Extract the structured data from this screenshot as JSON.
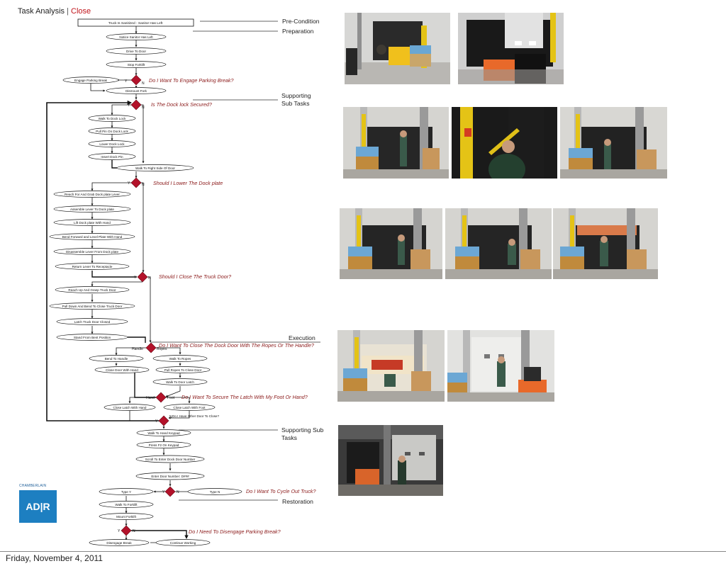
{
  "header": {
    "title": "Task Analysis",
    "separator": "|",
    "subtitle": "Close"
  },
  "footer": {
    "date": "Friday, November 4, 2011"
  },
  "logo": {
    "brand": "CHAMBERLAIN",
    "mark": "AD|R"
  },
  "phases": {
    "precondition": "Pre-Condition",
    "preparation": "Preparation",
    "supporting1": [
      "Supporting",
      "Sub Tasks"
    ],
    "execution": "Execution",
    "supporting2": [
      "Supporting Sub",
      "Tasks"
    ],
    "restoration": "Restoration"
  },
  "start": "Truck Is Sanitized - Sanitor Has Left",
  "steps": {
    "s1": "Notice Sanitor Has Left",
    "s2": "Drive To Door",
    "s3": "Stop Forklift",
    "s4": "Engage Parking Break",
    "s5": "Dismount Fork",
    "l1": "Walk To Dock Lock",
    "l2": "Pull Pin On Dock Lock",
    "l3": "Lower Dock Lock",
    "l4": "Insert Dock Pin",
    "w1": "Walk To Right Side Of Door",
    "p1": "Reach For And Grab Dock plate Lever",
    "p2": "Assemble Lever To Dock plate",
    "p3": "Lift Dock plate With Hand",
    "p4": "Bend Forward and Level Plate With Hand",
    "p5": "Disassemble Lever From Dock plate",
    "p6": "Return Lever To Receptacle",
    "t1": "Reach Up And Grasp Truck Door",
    "t2": "Pull Down And Bend To Close Truck Door",
    "t3": "Latch Truck Door Closed",
    "t4": "Stand From Bent Position",
    "h1": "Bend To Handle",
    "h2": "Close Door With Hand",
    "r1": "Walk To Ropes",
    "r2": "Pull Ropes To Close Door",
    "r3": "Walk To Door Latch",
    "c1": "Close Latch With Hand",
    "c2": "Close Latch With Foot",
    "k1": "Walk To Hand Keypad",
    "k2": "Press F2 On Keypad",
    "k3": "Scroll To Enter Dock Door Number",
    "k4": "Enter Door Number: D###",
    "ty": "Type Y",
    "tn": "Type N",
    "f1": "Walk To Forklift",
    "f2": "Mount Forklift",
    "e1": "Disengage Break",
    "e2": "Continue Working"
  },
  "questions": {
    "q1": "Do I Want To Engage Parking Break?",
    "q2": "Is The Dock lock Secured?",
    "q3": "Should I Lower The Dock plate",
    "q4": "Should I Close The Truck Door?",
    "q5": "Do I Want To Close The Dock Door With The Ropes Or The Handle?",
    "q6": "Do I Want To Secure The Latch With My Foot Or Hand?",
    "q7": "Do I Have Other Door To Close?",
    "q8": "Do I Want To Cycle Out Truck?",
    "q9": "Do I Need To Disengage Parking Break?"
  },
  "branch": {
    "y": "Y",
    "n": "N",
    "handle": "Handle",
    "ropes": "Ropes",
    "hand": "Hand",
    "foot": "Foot"
  },
  "photos": [
    {
      "row": 1,
      "scene": "forklift-at-dock"
    },
    {
      "row": 1,
      "scene": "forklift-dark-dock"
    },
    {
      "row": 2,
      "scene": "worker-at-dock-lock"
    },
    {
      "row": 2,
      "scene": "worker-closeup-dark"
    },
    {
      "row": 2,
      "scene": "worker-walking"
    },
    {
      "row": 3,
      "scene": "worker-dock-plate-1"
    },
    {
      "row": 3,
      "scene": "worker-dock-plate-2"
    },
    {
      "row": 3,
      "scene": "worker-dock-plate-3"
    },
    {
      "row": 4,
      "scene": "worker-bending-jewel-truck"
    },
    {
      "row": 4,
      "scene": "worker-door-closed"
    },
    {
      "row": 5,
      "scene": "worker-keypad-forklift"
    }
  ]
}
